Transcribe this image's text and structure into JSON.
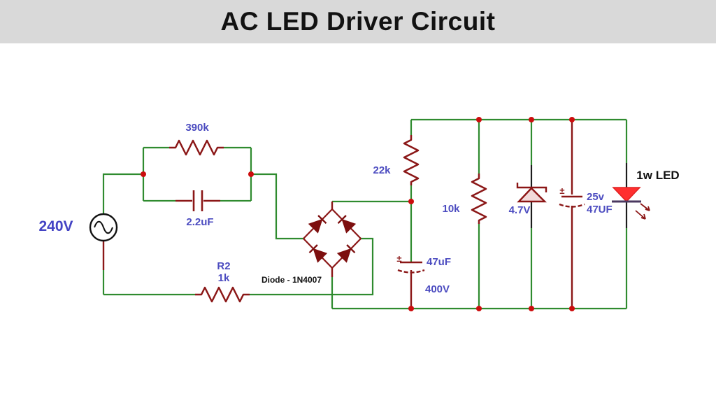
{
  "title": "AC LED Driver Circuit",
  "source": {
    "voltage": "240V"
  },
  "dropper": {
    "resistor": "390k",
    "capacitor": "2.2uF"
  },
  "series_resistor": {
    "name": "R2",
    "value": "1k"
  },
  "bridge": {
    "label": "Diode - 1N4007"
  },
  "filter": {
    "resistor": "22k",
    "cap_value": "47uF",
    "cap_voltage": "400V",
    "cap_polarity": "±"
  },
  "output": {
    "bleeder_resistor": "10k",
    "zener": "4.7V",
    "cap_voltage": "25v",
    "cap_value": "47UF",
    "cap_polarity": "±",
    "led": "1w LED"
  },
  "colors": {
    "wire_green": "#2f8b2f",
    "component_maroon": "#8b1717",
    "junction_red": "#cc0d0d",
    "label_blue": "#4c4cc0",
    "led_red": "#ff2f2f",
    "zener_fill": "#f2dada",
    "title_bg": "#d9d9d9"
  }
}
